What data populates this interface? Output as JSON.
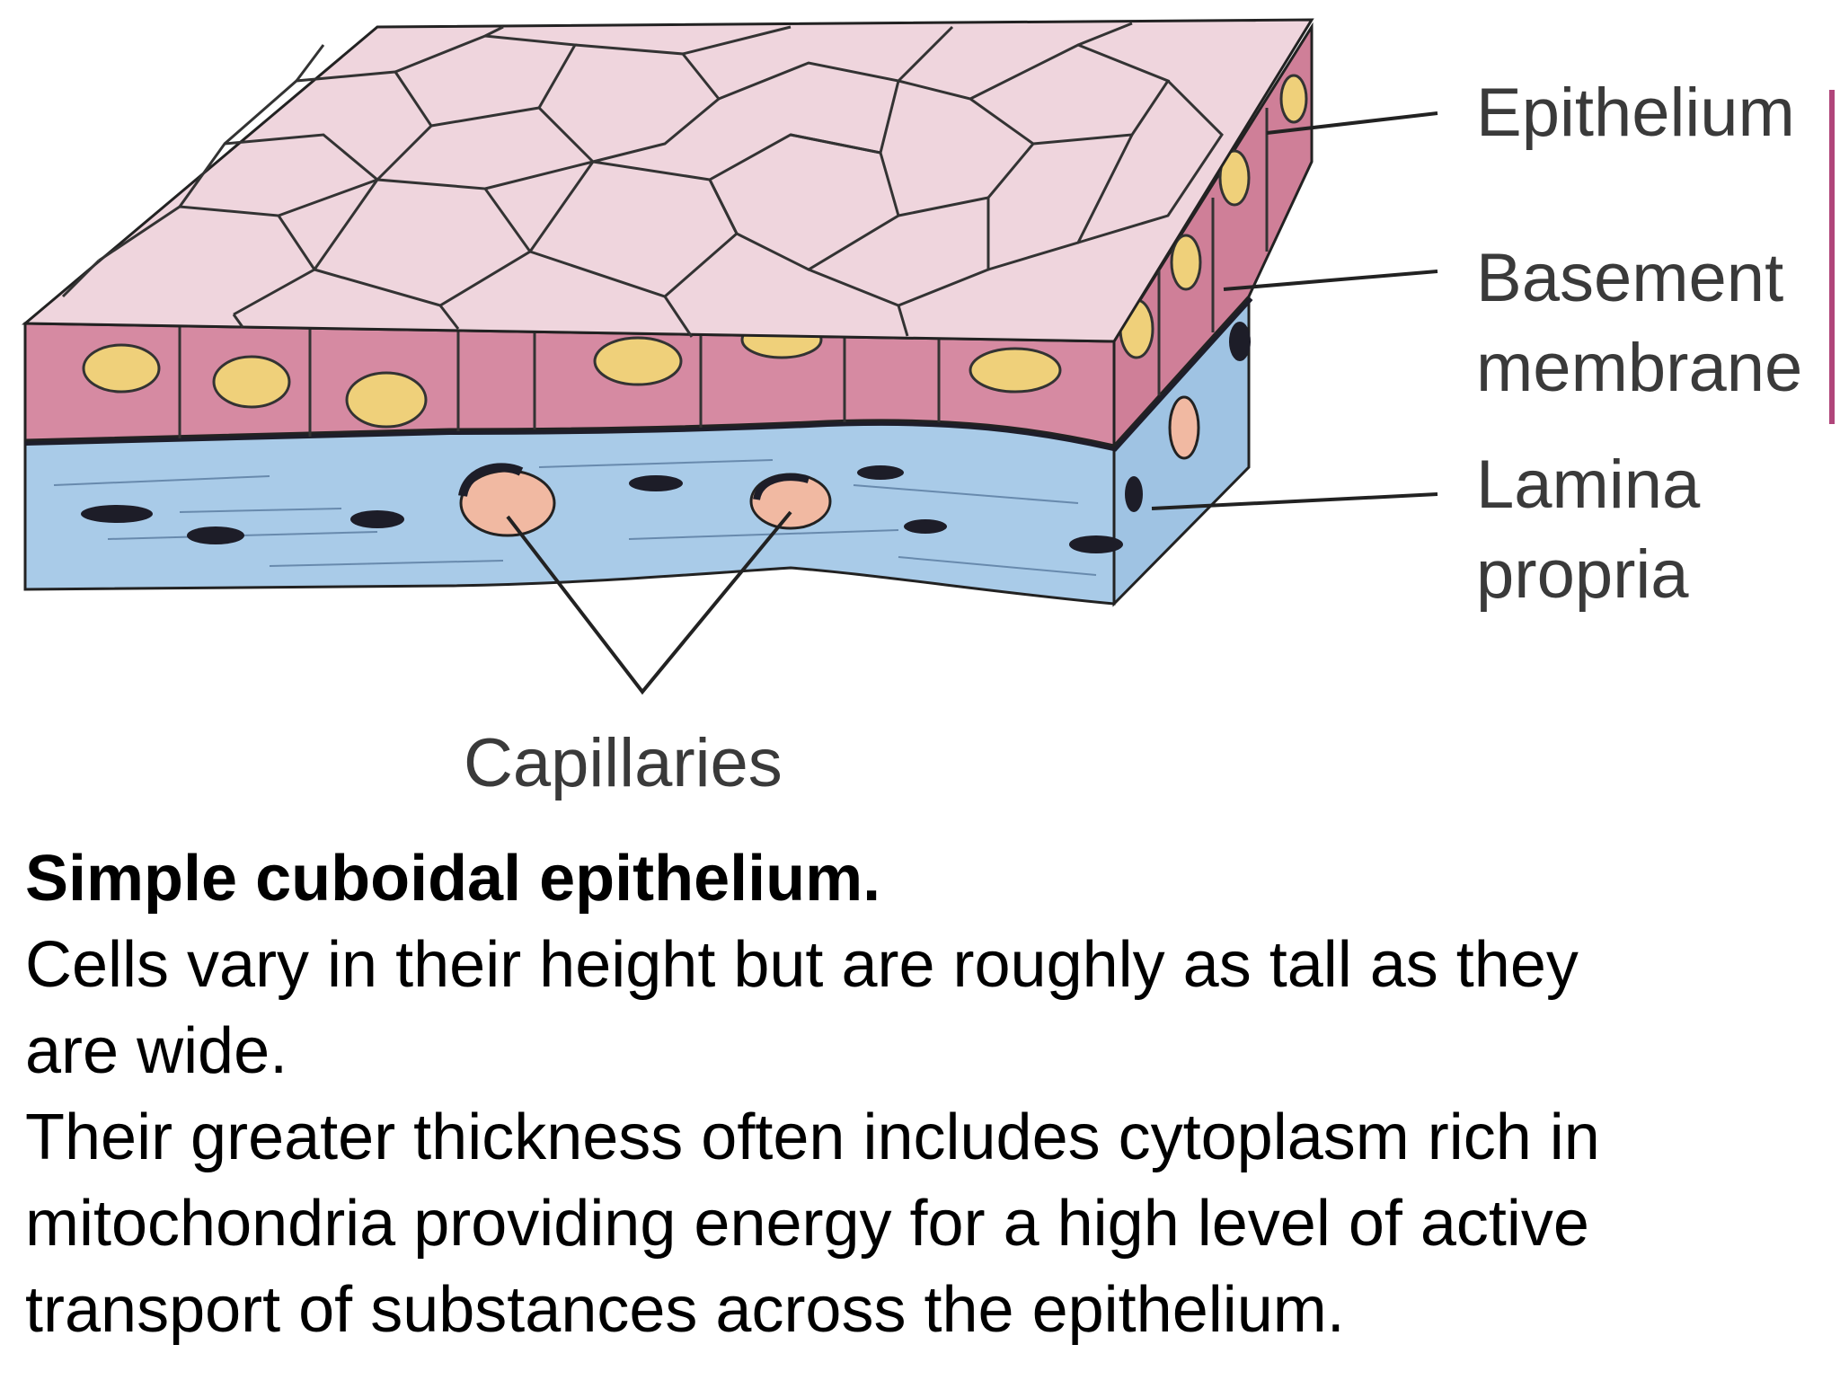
{
  "diagram": {
    "labels": {
      "epithelium": "Epithelium",
      "basement_line1": "Basement",
      "basement_line2": "membrane",
      "lamina_line1": "Lamina",
      "lamina_line2": "propria",
      "capillaries": "Capillaries"
    },
    "colors": {
      "cell_top": "#efd5dd",
      "cell_side": "#d68aa2",
      "nucleus": "#efd07a",
      "basement": "#1e1e2a",
      "lamina": "#a9cbe8",
      "capillary": "#f1b9a2",
      "accent_bar": "#b0457a"
    }
  },
  "caption": {
    "title": "Simple cuboidal epithelium.",
    "lines": [
      "Cells vary in their height but are roughly as tall as they",
      "are wide.",
      "Their greater thickness often includes cytoplasm rich in",
      "mitochondria providing energy for a high level of active",
      "transport of substances across the epithelium."
    ]
  }
}
